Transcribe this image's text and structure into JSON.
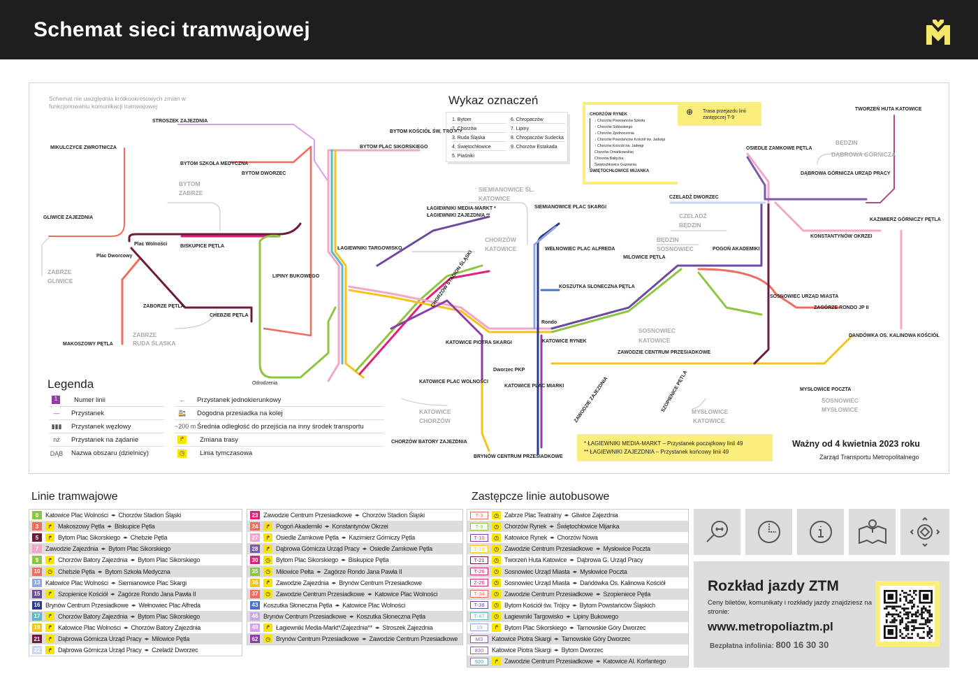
{
  "header": {
    "title": "Schemat sieci tramwajowej",
    "logo_text": "M"
  },
  "note": "Schemat nie uwzględnia krótkookresowych zmian w funkcjonowaniu komunikacji tramwajowej",
  "legend": {
    "title": "Legenda",
    "items": [
      {
        "sym": "1",
        "label": "Numer linii"
      },
      {
        "sym": "—",
        "label": "Przystanek"
      },
      {
        "sym": "▮▮▮",
        "label": "Przystanek węzłowy"
      },
      {
        "sym": "nż",
        "label": "Przystanek na żądanie"
      },
      {
        "sym": "DĄB",
        "label": "Nazwa obszaru (dzielnicy)"
      },
      {
        "sym": "←",
        "label": "Przystanek jednokierunkowy"
      },
      {
        "sym": "🚉",
        "label": "Dogodna przesiadka na kolej"
      },
      {
        "sym": "~200 m",
        "label": "Średnia odległość do przejścia na inny środek transportu"
      },
      {
        "sym": "↱",
        "label": "Zmiana trasy"
      },
      {
        "sym": "◷",
        "label": "Linia tymczasowa"
      }
    ]
  },
  "wykaz": {
    "title": "Wykaz oznaczeń",
    "items": [
      "1. Bytom",
      "2. Chorzów",
      "3. Ruda Śląska",
      "4. Świętochłowice",
      "5. Piaśniki",
      "6. Chropaczów",
      "7. Lipiny",
      "8. Chropaczów Sudecka",
      "9. Chorzów Estakada"
    ]
  },
  "t9_route": {
    "tab": "Trasa przejazdu linii zastępczej T-9",
    "start": "CHORZÓW RYNEK",
    "stops": [
      "↓ Chorzów Powstańców Szkoła",
      "↑ Chorzów Sobieskiego",
      "↓ Chorzów Zjednoczenia",
      "↓ Chorzów Powstańców Kościół św. Jadwigi",
      "↑ Chorzów Kościół św. Jadwigi",
      "Chorzów Omańkowskiej",
      "Chorzów Bałtycka",
      "Świętochłowice Gazownia"
    ],
    "end": "ŚWIĘTOCHŁOWICE MIJANKA"
  },
  "map": {
    "labels": [
      "STROSZEK ZAJEZDNIA",
      "MIKULCZYCE ZWROTNICZA",
      "GLIWICE ZAJEZDNIA",
      "Plac Wolności",
      "Plac Dworcowy",
      "BISKUPICE PĘTLA",
      "BYTOM SZKOŁA MEDYCZNA",
      "BYTOM DWORZEC",
      "BYTOM PLAC SIKORSKIEGO",
      "BYTOM KOŚCIÓŁ ŚW. TRÓJCY",
      "ZABORZE PĘTLA",
      "CHEBZIE PĘTLA",
      "MAKOSZOWY PĘTLA",
      "ŁAGIEWNIKI TARGOWISKO",
      "LIPINY BUKOWEGO",
      "ŁAGIEWNIKI MEDIA-MARKT *",
      "ŁAGIEWNIKI ZAJEZDNIA **",
      "SIEMIANOWICE PLAC SKARGI",
      "WEŁNOWIEC PLAC ALFREDA",
      "KOSZUTKA SŁONECZNA PĘTLA",
      "KATOWICE RYNEK",
      "KATOWICE PIOTRA SKARGI",
      "KATOWICE PLAC WOLNOŚCI",
      "KATOWICE PLAC MIARKI",
      "BRYNÓW CENTRUM PRZESIADKOWE",
      "Dworzec PKP",
      "ZAWODZIE CENTRUM PRZESIADKOWE",
      "MILOWICE PĘTLA",
      "POGOŃ AKADEMIKI",
      "SOSNOWIEC URZĄD MIASTA",
      "ZAGÓRZE RONDO JP II",
      "KONSTANTYNÓW OKRZEI",
      "OSIEDLE ZAMKOWE PĘTLA",
      "DĄBROWA GÓRNICZA URZĄD PRACY",
      "TWORZEŃ HUTA KATOWICE",
      "KAZIMIERZ GÓRNICZY PĘTLA",
      "DANDÓWKA OS. KALINOWA KOŚCIÓŁ",
      "MYSŁOWICE POCZTA",
      "CZELADŹ DWORZEC",
      "Odrodzenia",
      "Rondo",
      "CHORZÓW STADION ŚLĄSKI",
      "CHORZÓW BATORY ZAJEZDNIA",
      "ZAWODZIE ZAJEZDNIA",
      "SZOPIENICE PĘTLA"
    ],
    "districts": [
      "BYTOM",
      "ZABRZE",
      "ZABRZE",
      "GLIWICE",
      "ZABRZE",
      "RUDA ŚLĄSKA",
      "SIEMIANOWICE ŚL.",
      "KATOWICE",
      "CHORZÓW",
      "KATOWICE",
      "KATOWICE",
      "CHORZÓW",
      "BĘDZIN",
      "DĄBROWA GÓRNICZA",
      "CZELADŹ",
      "BĘDZIN",
      "BĘDZIN",
      "SOSNOWIEC",
      "SOSNOWIEC",
      "KATOWICE",
      "MYSŁOWICE",
      "KATOWICE",
      "SOSNOWIEC",
      "MYSŁOWICE"
    ]
  },
  "footnote": {
    "l1": "*  ŁAGIEWNIKI MEDIA-MARKT – Przystanek początkowy linii 49",
    "l2": "** ŁAGIEWNIKI ZAJEZDNIA – Przystanek końcowy linii 49"
  },
  "validity": {
    "valid": "Ważny od 4 kwietnia 2023 roku",
    "org": "Zarząd Transportu Metropolitalnego"
  },
  "tram_title": "Linie tramwajowe",
  "bus_title": "Zastępcze linie autobusowe",
  "tram_lines": [
    {
      "num": "0",
      "color": "#8cc63f",
      "icon": "",
      "from": "Katowice Plac Wolności",
      "to": "Chorzów Stadion Śląski"
    },
    {
      "num": "3",
      "color": "#f26b5b",
      "icon": "↱",
      "from": "Makoszowy Pętla",
      "to": "Biskupice Pętla"
    },
    {
      "num": "5",
      "color": "#6d1a40",
      "icon": "↱",
      "from": "Bytom Plac Sikorskiego",
      "to": "Chebzie Pętla"
    },
    {
      "num": "7",
      "color": "#f4a6c8",
      "icon": "",
      "from": "Zawodzie Zajezdnia",
      "to": "Bytom Plac Sikorskiego"
    },
    {
      "num": "9",
      "color": "#8cc63f",
      "icon": "↱",
      "from": "Chorzów Batory Zajezdnia",
      "to": "Bytom Plac Sikorskiego"
    },
    {
      "num": "10",
      "color": "#f26b5b",
      "icon": "◷",
      "from": "Chebzie Pętla",
      "to": "Bytom Szkoła Medyczna"
    },
    {
      "num": "13",
      "color": "#8fa7e0",
      "icon": "",
      "from": "Katowice Plac Wolności",
      "to": "Siemianowice Plac Skargi"
    },
    {
      "num": "15",
      "color": "#6e4a9e",
      "icon": "↱",
      "from": "Szopienice Kościół",
      "to": "Zagórze Rondo Jana Pawła II"
    },
    {
      "num": "16",
      "color": "#2b3a8c",
      "icon": "",
      "from": "Brynów Centrum Przesiadkowe",
      "to": "Wełnowiec Plac Alfreda"
    },
    {
      "num": "17",
      "color": "#5cb8c2",
      "icon": "↱",
      "from": "Chorzów Batory Zajezdnia",
      "to": "Bytom Plac Sikorskiego"
    },
    {
      "num": "19",
      "color": "#f7c21a",
      "icon": "↱",
      "from": "Katowice Plac Wolności",
      "to": "Chorzów Batory Zajezdnia"
    },
    {
      "num": "21",
      "color": "#6d1a40",
      "icon": "↱",
      "from": "Dąbrowa Górnicza Urząd Pracy",
      "to": "Milowice Pętla"
    },
    {
      "num": "22",
      "color": "#c9d6f0",
      "icon": "↱",
      "from": "Dąbrowa Górnicza Urząd Pracy",
      "to": "Czeladź Dworzec"
    },
    {
      "num": "23",
      "color": "#e0207a",
      "icon": "",
      "from": "Zawodzie Centrum Przesiadkowe",
      "to": "Chorzów Stadion Śląski"
    },
    {
      "num": "24",
      "color": "#f26b5b",
      "icon": "↱",
      "from": "Pogoń Akademiki",
      "to": "Konstantynów Okrzei"
    },
    {
      "num": "27",
      "color": "#f4a6c8",
      "icon": "↱",
      "from": "Osiedle Zamkowe Pętla",
      "to": "Kazimierz Górniczy Pętla"
    },
    {
      "num": "28",
      "color": "#7a5aa8",
      "icon": "↱",
      "from": "Dąbrowa Górnicza Urząd Pracy",
      "to": "Osiedle Zamkowe Pętla"
    },
    {
      "num": "30",
      "color": "#e0207a",
      "icon": "◷",
      "from": "Bytom Plac Sikorskiego",
      "to": "Biskupice Pętla"
    },
    {
      "num": "35",
      "color": "#8cc63f",
      "icon": "◷",
      "from": "Milowice Pełta",
      "to": "Zagórze Rondo Jana Pawła II"
    },
    {
      "num": "36",
      "color": "#f7c21a",
      "icon": "↱",
      "from": "Zawodzie Zajezdnia",
      "to": "Brynów Centrum Przesiadkowe"
    },
    {
      "num": "37",
      "color": "#f26b5b",
      "icon": "◷",
      "from": "Zawodzie Centrum Przesiadkowe",
      "to": "Katowice Plac Wolności"
    },
    {
      "num": "43",
      "color": "#4a6fd6",
      "icon": "",
      "from": "Koszutka Słoneczna Pętla",
      "to": "Katowice Plac Wolności"
    },
    {
      "num": "46",
      "color": "#c7a8e0",
      "icon": "",
      "from": "Brynów Centrum Przesiadkowe",
      "to": "Koszutka Słoneczna Pętla"
    },
    {
      "num": "49",
      "color": "#d8a0e8",
      "icon": "↱",
      "from": "Łagiewniki Media-Markt*/Zajezdnia**",
      "to": "Stroszek Zajezdnia"
    },
    {
      "num": "62",
      "color": "#8e3ca8",
      "icon": "◷",
      "from": "Brynów Centrum Przesiadkowe",
      "to": "Zawodzie Centrum Przesiadkowe"
    }
  ],
  "bus_lines": [
    {
      "num": "T-3",
      "color": "#f26b5b",
      "icon": "◷",
      "from": "Zabrze Plac Teatralny",
      "to": "Gliwice Zajezdnia"
    },
    {
      "num": "T-9",
      "color": "#8cc63f",
      "icon": "◷",
      "from": "Chorzów Rynek",
      "to": "Świętochłowice Mijanka"
    },
    {
      "num": "T-10",
      "color": "#8e3ca8",
      "icon": "◷",
      "from": "Katowice Rynek",
      "to": "Chorzów Nowa"
    },
    {
      "num": "T-14",
      "color": "#f7d117",
      "icon": "◷",
      "from": "Zawodzie Centrum Przesiadkowe",
      "to": "Mysłowice Poczta"
    },
    {
      "num": "T-21",
      "color": "#6d1a40",
      "icon": "◷",
      "from": "Tworzeń Huta Katowice",
      "to": "Dąbrowa G. Urząd Pracy"
    },
    {
      "num": "T-26",
      "color": "#e0207a",
      "icon": "◷",
      "from": "Sosnowiec Urząd Miasta",
      "to": "Mysłowice Poczta"
    },
    {
      "num": "Z-26",
      "color": "#e0207a",
      "icon": "◷",
      "from": "Sosnowiec Urząd Miasta",
      "to": "Dańdówka Os. Kalinowa Kościół"
    },
    {
      "num": "T-34",
      "color": "#f26b5b",
      "icon": "◷",
      "from": "Zawodzie Centrum Przesiadkowe",
      "to": "Szopieniece Pętla"
    },
    {
      "num": "T-38",
      "color": "#6e4a9e",
      "icon": "◷",
      "from": "Bytom Kościół św. Trójcy",
      "to": "Bytom Powstańców Śląskich"
    },
    {
      "num": "T-47",
      "color": "#5cb8c2",
      "icon": "◷",
      "from": "Łagiewniki Targowisko",
      "to": "Lipiny Bukowego"
    },
    {
      "num": "19",
      "color": "#8fa7e0",
      "icon": "↱",
      "from": "Bytom Plac Sikorskiego",
      "to": "Tarnowskie Góry Dworzec"
    },
    {
      "num": "M3",
      "color": "#8e5aa8",
      "icon": "",
      "from": "Katowice Piotra Skargi",
      "to": "Tarnowskie Góry Dworzec"
    },
    {
      "num": "830",
      "color": "#8e5aa8",
      "icon": "",
      "from": "Katowice Piotra Skargi",
      "to": "Bytom Dworzec"
    },
    {
      "num": "920",
      "color": "#4aa3b5",
      "icon": "↱",
      "from": "Zawodzie Centrum Przesiadkowe",
      "to": "Katowice Al. Korfantego"
    }
  ],
  "info": {
    "title": "Rozkład jazdy ZTM",
    "text": "Ceny biletów, komunikaty i rozkłady jazdy znajdziesz na stronie:",
    "url": "www.metropoliaztm.pl",
    "tel_label": "Bezpłatna infolinia:",
    "tel": "800 16 30 30"
  },
  "colors": {
    "header_bg": "#1e1e1e",
    "logo": "#f5e76a",
    "highlight": "#fbee7a"
  }
}
